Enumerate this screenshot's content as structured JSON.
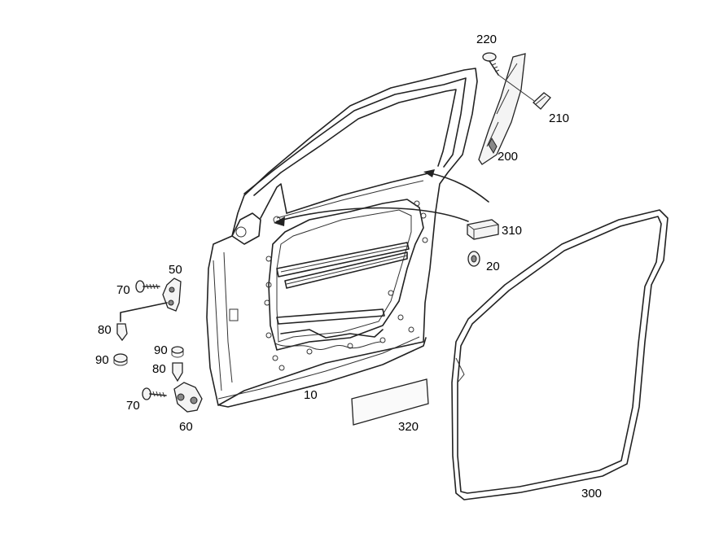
{
  "diagram": {
    "labels": {
      "l10": "10",
      "l20": "20",
      "l50": "50",
      "l60": "60",
      "l70a": "70",
      "l70b": "70",
      "l80a": "80",
      "l80b": "80",
      "l90a": "90",
      "l90b": "90",
      "l200": "200",
      "l210": "210",
      "l220": "220",
      "l300": "300",
      "l310": "310",
      "l320": "320"
    }
  }
}
